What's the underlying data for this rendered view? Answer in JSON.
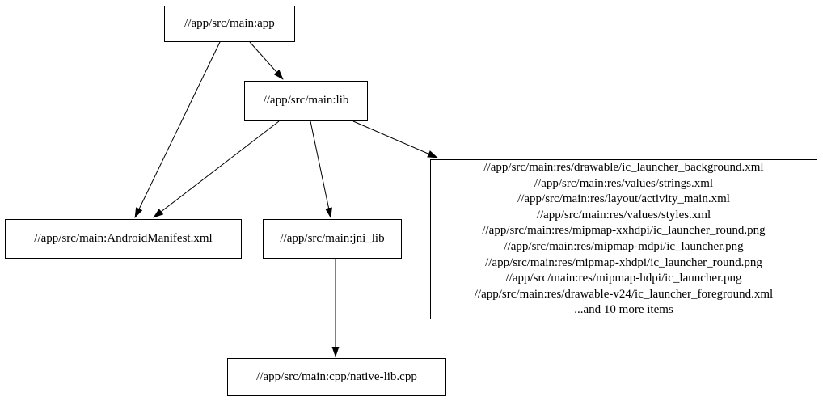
{
  "diagram": {
    "kind": "bazel-dependency-graph",
    "background_color": "#ffffff",
    "node_border_color": "#000000",
    "text_color": "#000000",
    "nodes": {
      "app": {
        "label": "//app/src/main:app"
      },
      "lib": {
        "label": "//app/src/main:lib"
      },
      "manifest": {
        "label": "//app/src/main:AndroidManifest.xml"
      },
      "jni_lib": {
        "label": "//app/src/main:jni_lib"
      },
      "cpp": {
        "label": "//app/src/main:cpp/native-lib.cpp"
      },
      "resources": {
        "lines": [
          "//app/src/main:res/drawable/ic_launcher_background.xml",
          "//app/src/main:res/values/strings.xml",
          "//app/src/main:res/layout/activity_main.xml",
          "//app/src/main:res/values/styles.xml",
          "//app/src/main:res/mipmap-xxhdpi/ic_launcher_round.png",
          "//app/src/main:res/mipmap-mdpi/ic_launcher.png",
          "//app/src/main:res/mipmap-xhdpi/ic_launcher_round.png",
          "//app/src/main:res/mipmap-hdpi/ic_launcher.png",
          "//app/src/main:res/drawable-v24/ic_launcher_foreground.xml",
          "...and 10 more items"
        ]
      }
    },
    "edges": [
      {
        "from": "app",
        "to": "lib"
      },
      {
        "from": "app",
        "to": "manifest"
      },
      {
        "from": "lib",
        "to": "manifest"
      },
      {
        "from": "lib",
        "to": "jni_lib"
      },
      {
        "from": "lib",
        "to": "resources"
      },
      {
        "from": "jni_lib",
        "to": "cpp"
      }
    ]
  }
}
